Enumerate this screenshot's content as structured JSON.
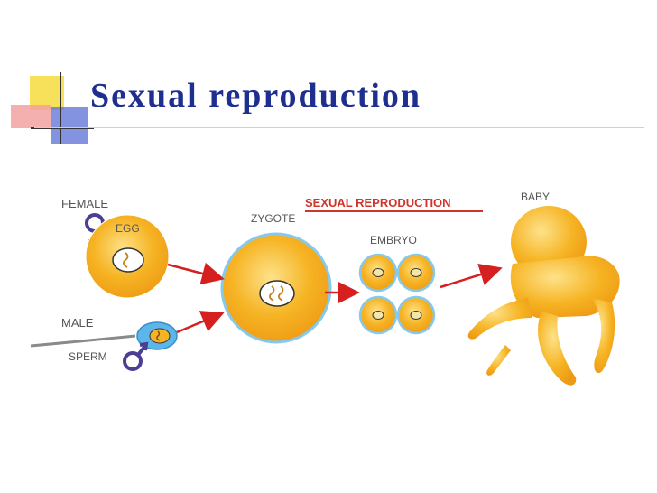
{
  "slide": {
    "title": "Sexual reproduction"
  },
  "diagram": {
    "heading": "SEXUAL REPRODUCTION",
    "labels": {
      "female": "FEMALE",
      "egg": "EGG",
      "male": "MALE",
      "sperm": "SPERM",
      "zygote": "ZYGOTE",
      "embryo": "EMBRYO",
      "baby": "BABY"
    },
    "colors": {
      "title": "#1f2f8f",
      "heading": "#d0352b",
      "arrow": "#d62020",
      "cell_fill": "#f6b424",
      "cell_outline": "#86c9ef",
      "symbol": "#4a3f93"
    }
  }
}
